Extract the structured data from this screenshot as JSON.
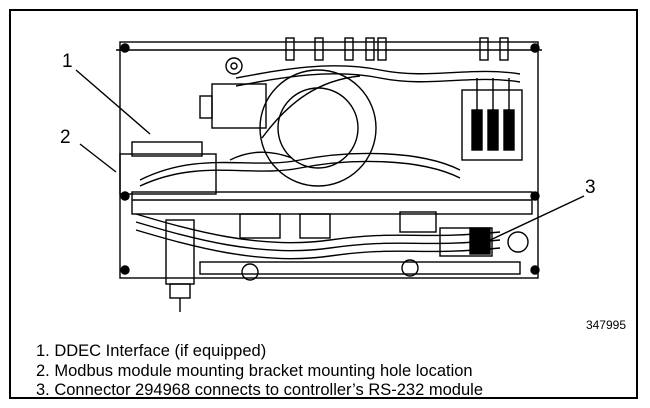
{
  "callouts": {
    "c1": "1",
    "c2": "2",
    "c3": "3"
  },
  "figure_number": "347995",
  "legend": [
    "1.  DDEC Interface (if equipped)",
    "2.  Modbus module mounting bracket mounting hole location",
    "3.  Connector 294968 connects to controller’s RS-232 module"
  ]
}
